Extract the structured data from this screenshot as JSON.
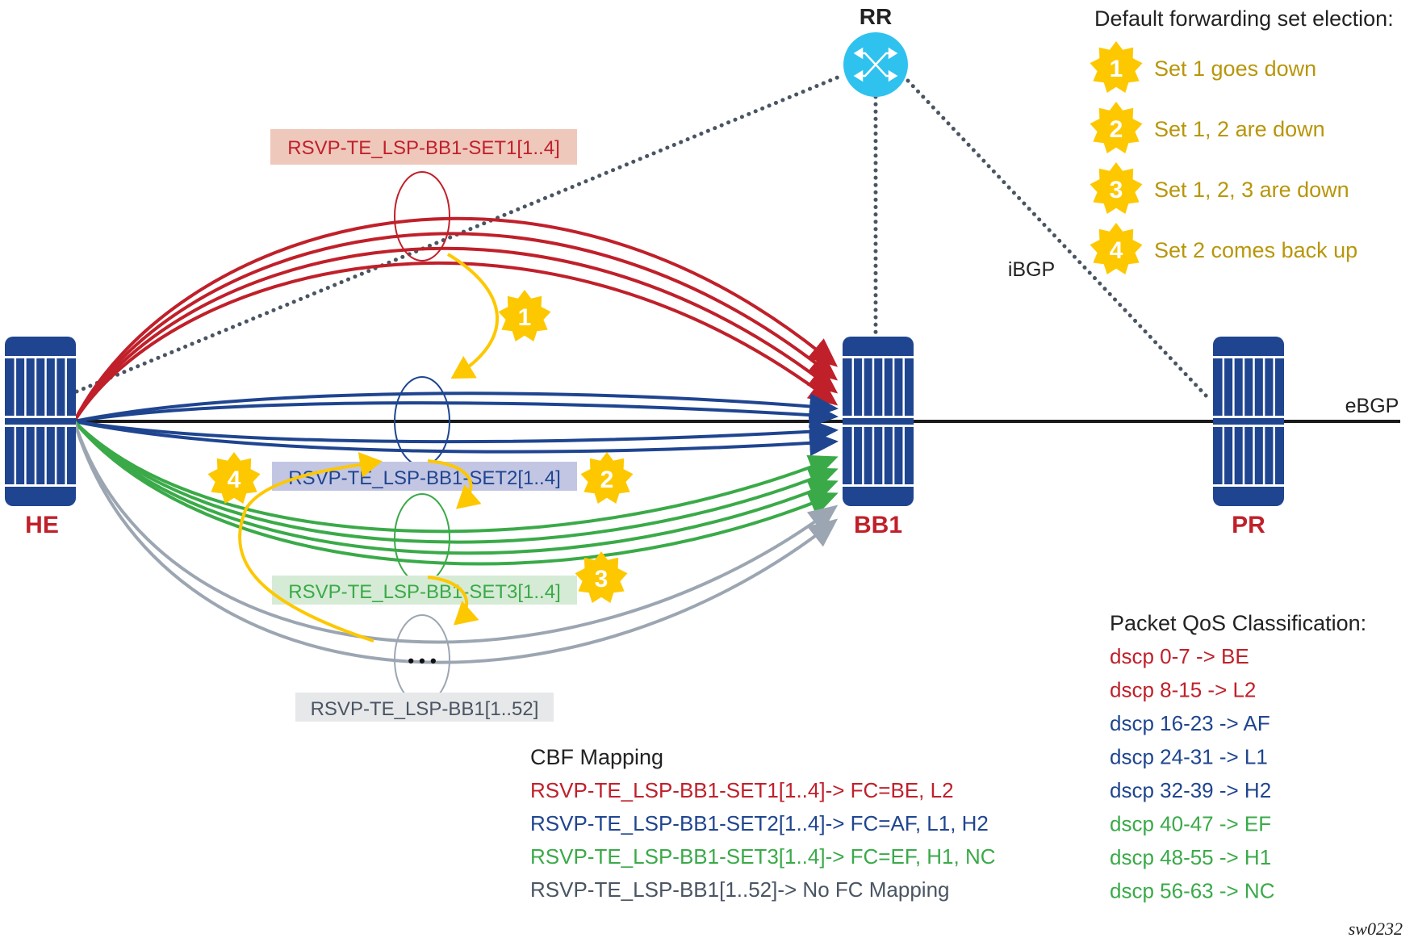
{
  "colors": {
    "red": "#c0202a",
    "blue": "#1f4590",
    "green": "#3aaa48",
    "gray": "#9ca6b2",
    "darkgray": "#4a5563",
    "yellow": "#fdc800",
    "gold_text": "#b8960a",
    "rr_blue": "#2fc2ef",
    "router_blue": "#1f4590",
    "dotted": "#4a5563"
  },
  "nodes": {
    "he": "HE",
    "bb1": "BB1",
    "pr": "PR",
    "rr": "RR"
  },
  "links": {
    "ibgp": "iBGP",
    "ebgp": "eBGP"
  },
  "lsp_labels": {
    "set1": "RSVP-TE_LSP-BB1-SET1[1..4]",
    "set2": "RSVP-TE_LSP-BB1-SET2[1..4]",
    "set3": "RSVP-TE_LSP-BB1-SET3[1..4]",
    "default": "RSVP-TE_LSP-BB1[1..52]",
    "ellipsis": "• • •"
  },
  "election_legend": {
    "title": "Default forwarding set election:",
    "items": [
      {
        "num": "1",
        "text": "Set 1 goes down"
      },
      {
        "num": "2",
        "text": "Set 1, 2 are down"
      },
      {
        "num": "3",
        "text": "Set 1, 2, 3 are down"
      },
      {
        "num": "4",
        "text": "Set 2 comes back up"
      }
    ]
  },
  "diagram_stars": [
    "1",
    "2",
    "3",
    "4"
  ],
  "cbf_mapping": {
    "title": "CBF Mapping",
    "lines": [
      {
        "text": "RSVP-TE_LSP-BB1-SET1[1..4]-> FC=BE, L2",
        "color": "#c0202a"
      },
      {
        "text": "RSVP-TE_LSP-BB1-SET2[1..4]-> FC=AF, L1, H2",
        "color": "#1f4590"
      },
      {
        "text": "RSVP-TE_LSP-BB1-SET3[1..4]-> FC=EF, H1, NC",
        "color": "#3aaa48"
      },
      {
        "text": "RSVP-TE_LSP-BB1[1..52]-> No FC Mapping",
        "color": "#4a5563"
      }
    ]
  },
  "qos_classification": {
    "title": "Packet QoS Classification:",
    "lines": [
      {
        "text": "dscp 0-7 -> BE",
        "color": "#c0202a"
      },
      {
        "text": "dscp 8-15 -> L2",
        "color": "#c0202a"
      },
      {
        "text": "dscp 16-23 -> AF",
        "color": "#1f4590"
      },
      {
        "text": "dscp 24-31 -> L1",
        "color": "#1f4590"
      },
      {
        "text": "dscp 32-39 -> H2",
        "color": "#1f4590"
      },
      {
        "text": "dscp 40-47 -> EF",
        "color": "#3aaa48"
      },
      {
        "text": "dscp 48-55 -> H1",
        "color": "#3aaa48"
      },
      {
        "text": "dscp 56-63 -> NC",
        "color": "#3aaa48"
      }
    ]
  },
  "figure_id": "sw0232"
}
